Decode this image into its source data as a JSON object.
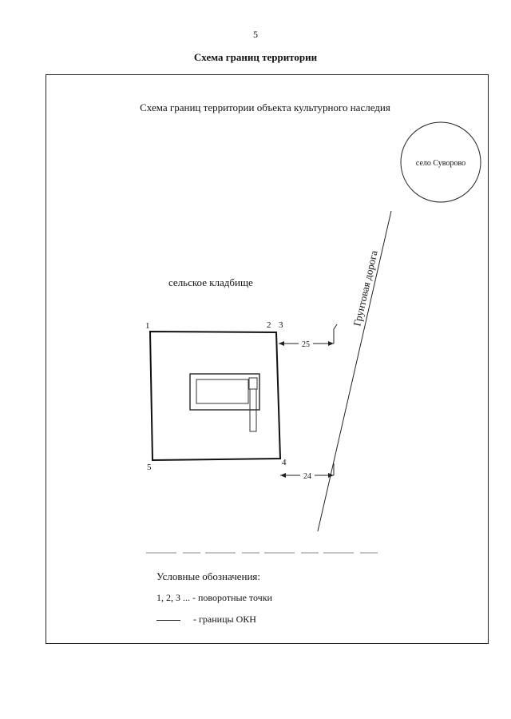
{
  "page": {
    "number": "5",
    "title": "Схема границ территории"
  },
  "scheme": {
    "title": "Схема границ территории объекта культурного наследия",
    "village": "село Суворово",
    "cemetery": "сельское кладбище",
    "road": "Грунтовая дорога",
    "points": {
      "p1": "1",
      "p2": "2",
      "p3": "3",
      "p4": "4",
      "p5": "5"
    },
    "distance_top": "25",
    "distance_bottom": "24"
  },
  "legend": {
    "title": "Условные обозначения:",
    "points_text": "1, 2, 3 ... - поворотные точки",
    "boundary_text": "- границы ОКН"
  },
  "colors": {
    "ink": "#111111",
    "paper": "#ffffff"
  }
}
